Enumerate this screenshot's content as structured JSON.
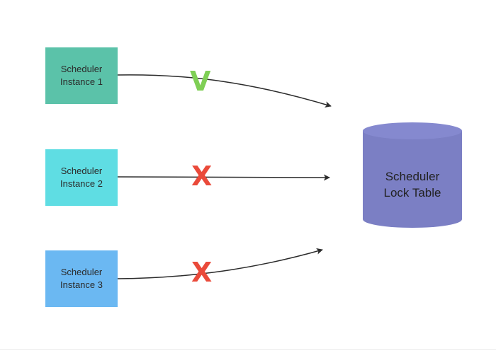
{
  "colors": {
    "instance_1": "#5bc2a9",
    "instance_2": "#5fdde3",
    "instance_3": "#6bb8f2",
    "lock_table": "#7b7fc4",
    "lock_table_top": "#8589cf",
    "arrow": "#2b2b2b",
    "success": "#7fcf55",
    "failure": "#ea4a3a"
  },
  "instances": [
    {
      "line1": "Scheduler",
      "line2": "Instance 1",
      "status": "V"
    },
    {
      "line1": "Scheduler",
      "line2": "Instance 2",
      "status": "X"
    },
    {
      "line1": "Scheduler",
      "line2": "Instance 3",
      "status": "X"
    }
  ],
  "lock_table": {
    "line1": "Scheduler",
    "line2": "Lock Table"
  },
  "icons": {
    "success": "check-v-icon",
    "failure": "cross-x-icon"
  }
}
